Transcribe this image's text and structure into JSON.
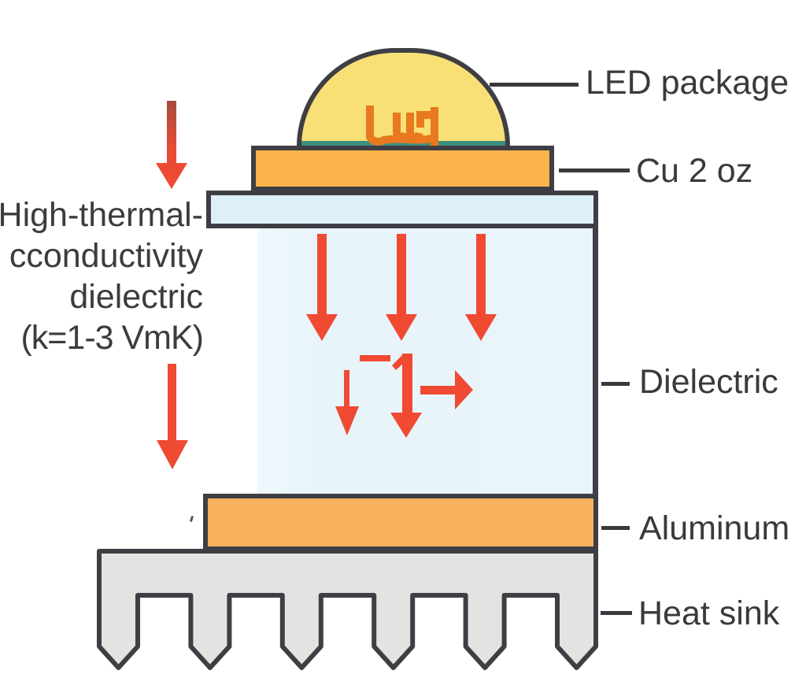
{
  "diagram": {
    "title_labels": {
      "led_package": "LED package",
      "cu": "Cu 2 oz",
      "dielectric": "Dielectric",
      "aluminum": "Aluminum",
      "heat_sink": "Heat sink"
    },
    "left_note": {
      "line1": "High-thermal-",
      "line2": "cconductivity",
      "line3": "dielectric",
      "line4": "(k=1-3 VmK)"
    },
    "icons": [
      "led-chip-icon",
      "heat-flow-down-arrows",
      "heat-spread-arrows",
      "heatsink-fins"
    ],
    "colors": {
      "dome_yellow": "#F8E077",
      "copper_orange": "#FBB44A",
      "aluminum_orange": "#F9B15E",
      "dielectric_strip_blue": "#DDF0F7",
      "dielectric_block_blue": "#E9F5FB",
      "heatsink_gray": "#E4E3E2",
      "outline_dark": "#3E3E44",
      "arrow_red": "#F04A33",
      "arrow_red_dark": "#A54C3E",
      "chip_orange": "#E8791F",
      "substrate_teal": "#3E8F7E",
      "text_dark": "#3A3A3E"
    }
  }
}
